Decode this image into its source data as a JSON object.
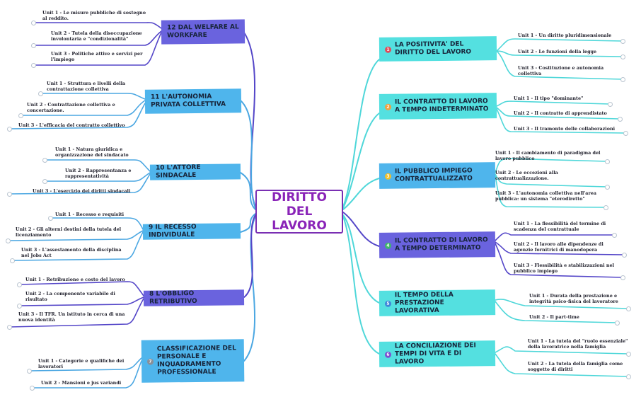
{
  "central": {
    "line1": "DIRITTO DEL",
    "line2": "LAVORO"
  },
  "colors": {
    "cyan": "#54e0e0",
    "blue": "#4fb5ec",
    "purple": "#6a63de",
    "center_border": "#7a2fb3",
    "line_cyan": "#4fd7d9",
    "line_blue": "#4ba7e2",
    "line_purple": "#5446c8"
  },
  "topics": {
    "t1": {
      "num": "1",
      "label": "LA POSITIVITA' DEL DIRITTO DEL LAVORO",
      "subs": [
        "Unit 1 - Un diritto pluridimensionale",
        "Unit 2 - Le funzioni della legge",
        "Unit 3 - Costituzione e autonomia collettiva"
      ]
    },
    "t2": {
      "num": "2",
      "label": "IL CONTRATTO DI LAVORO A TEMPO INDETERMINATO",
      "subs": [
        "Unit 1 - Il tipo \"dominante\"",
        "Unit 2 - Il contratto di apprendistato",
        "Unit 3 - Il tramonto delle collaborazioni"
      ]
    },
    "t3": {
      "num": "3",
      "label": "IL PUBBLICO IMPIEGO CONTRATTUALIZZATO",
      "subs": [
        "Unit 1 - Il cambiamento di paradigma del lavoro pubblico",
        "Unit 2 - Le eccezioni alla contrattualizzazione.",
        "Unit 3 - L'autonomia collettiva nell'area pubblica: un sistema \"eterodiretto\""
      ]
    },
    "t4": {
      "num": "4",
      "label": "IL CONTRATTO DI LAVORO A TEMPO DETERMINATO",
      "subs": [
        "Unit 1 - La flessibilità del termine di scadenza del contrattuale",
        "Unit 2 - Il lavoro alle dipendenze di agenzie fornitrici di manodopera",
        "Unit 3 - Flessibilità e stabilizzazioni nel pubblico impiego"
      ]
    },
    "t5": {
      "num": "5",
      "label": "IL TEMPO DELLA PRESTAZIONE LAVORATIVA",
      "subs": [
        "Unit 1 - Durata della prestazione e integrità psico-fisica del lavoratore",
        "Unit 2 - Il part-time"
      ]
    },
    "t6": {
      "num": "6",
      "label": "LA CONCILIAZIONE DEI TEMPI DI VITA E DI LAVORO",
      "subs": [
        "Unit 1 - La tutela del \"ruolo essenziale\" della lavoratrice nella famiglia",
        "Unit 2 - La tutela della famiglia come soggetto di diritti"
      ]
    },
    "t7": {
      "num": "7",
      "label": "CLASSIFICAZIONE DEL PERSONALE E INQUADRAMENTO PROFESSIONALE",
      "subs": [
        "Unit 1 - Categorie e qualifiche dei lavoratori",
        "Unit 2 - Mansioni e jus variandi"
      ]
    },
    "t8": {
      "label": "8 L'OBBLIGO RETRIBUTIVO",
      "subs": [
        "Unit 1 - Retribuzione e costo del lavoro",
        "Unit 2 - La componente variabile di risultato",
        "Unit 3 - Il TFR. Un istituto in cerca di una nuova identità"
      ]
    },
    "t9": {
      "label": "9 IL RECESSO INDIVIDUALE",
      "subs": [
        "Unit 1 - Recesso e requisiti",
        "Unit 2 - Gli alterni destini della tutela del licenziamento",
        "Unit 3 - L'assestamento della disciplina nel Jobs Act"
      ]
    },
    "t10": {
      "label": "10 L'ATTORE SINDACALE",
      "subs": [
        "Unit 1 - Natura giuridica e organizzazione del sindacato",
        "Unit 2 - Rappresentanza e rappresentatività",
        "Unit 3 - L'esercizio dei diritti sindacali"
      ]
    },
    "t11": {
      "label": "11 L'AUTONOMIA PRIVATA COLLETTIVA",
      "subs": [
        "Unit 1 - Struttura e livelli della contrattazione collettiva",
        "Unit 2 - Contrattazione collettiva e concertazione.",
        "Unit 3 - L'efficacia del contratto collettivo"
      ]
    },
    "t12": {
      "label": "12 DAL WELFARE AL WORKFARE",
      "subs": [
        "Unit 1 - Le misure pubbliche di sostegno al reddito.",
        "Unit 2 - Tutela della disoccupazione involontaria e \"condizionalità\"",
        "Unit 3 - Politiche attive e servizi per l'impiego"
      ]
    }
  }
}
